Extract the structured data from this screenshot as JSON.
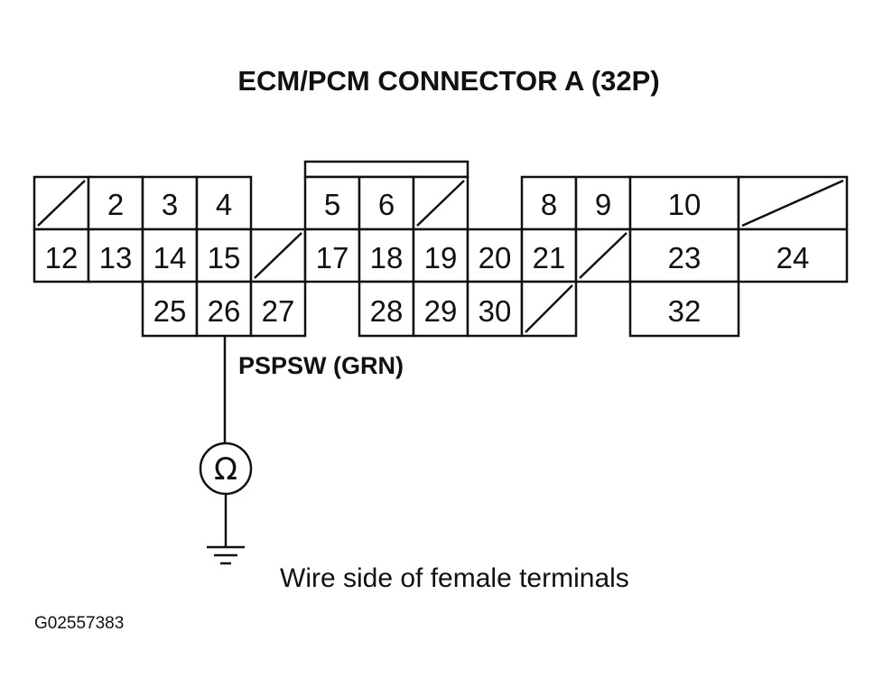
{
  "title": "ECM/PCM CONNECTOR A (32P)",
  "wire_label": "PSPSW (GRN)",
  "meter_symbol": "Ω",
  "note": "Wire side of female terminals",
  "figure_code": "G02557383",
  "icons": {
    "meter": "ohmmeter-icon",
    "ground": "ground-icon"
  },
  "connector": {
    "pins_row1": [
      "",
      "2",
      "3",
      "4",
      "5",
      "6",
      "",
      "8",
      "9",
      "10",
      ""
    ],
    "pins_row2": [
      "12",
      "13",
      "14",
      "15",
      "",
      "17",
      "18",
      "19",
      "20",
      "21",
      "",
      "23",
      "24"
    ],
    "pins_row3": [
      "25",
      "26",
      "27",
      "28",
      "29",
      "30",
      "",
      "32"
    ],
    "probed_pin": "26"
  }
}
